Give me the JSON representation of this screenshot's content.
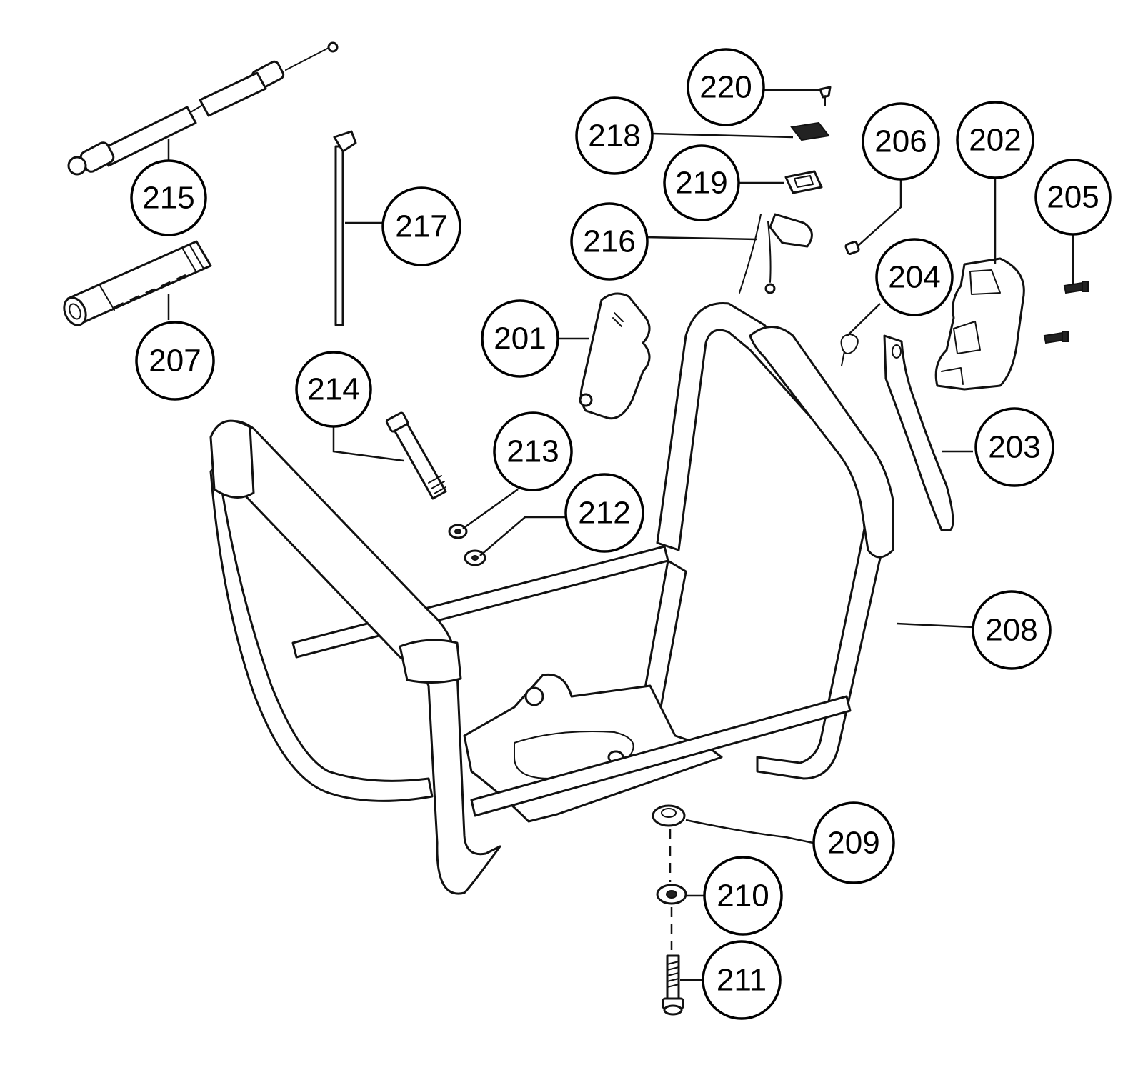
{
  "callouts": [
    {
      "id": "201",
      "label": "201"
    },
    {
      "id": "202",
      "label": "202"
    },
    {
      "id": "203",
      "label": "203"
    },
    {
      "id": "204",
      "label": "204"
    },
    {
      "id": "205",
      "label": "205"
    },
    {
      "id": "206",
      "label": "206"
    },
    {
      "id": "207",
      "label": "207"
    },
    {
      "id": "208",
      "label": "208"
    },
    {
      "id": "209",
      "label": "209"
    },
    {
      "id": "210",
      "label": "210"
    },
    {
      "id": "211",
      "label": "211"
    },
    {
      "id": "212",
      "label": "212"
    },
    {
      "id": "213",
      "label": "213"
    },
    {
      "id": "214",
      "label": "214"
    },
    {
      "id": "215",
      "label": "215"
    },
    {
      "id": "216",
      "label": "216"
    },
    {
      "id": "217",
      "label": "217"
    },
    {
      "id": "218",
      "label": "218"
    },
    {
      "id": "219",
      "label": "219"
    },
    {
      "id": "220",
      "label": "220"
    }
  ]
}
